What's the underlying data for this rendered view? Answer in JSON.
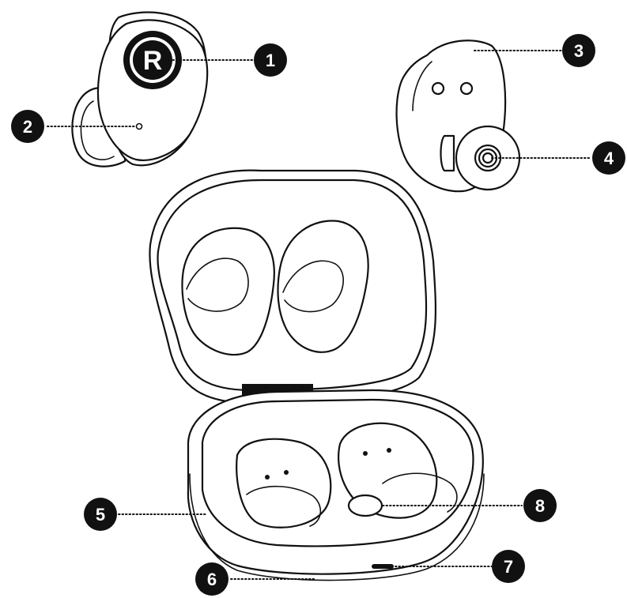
{
  "colors": {
    "ink": "#111111",
    "paper": "#ffffff"
  },
  "callouts": [
    {
      "number": "1",
      "target": "logo-touch-panel"
    },
    {
      "number": "2",
      "target": "microphone-hole"
    },
    {
      "number": "3",
      "target": "right-earbud-body"
    },
    {
      "number": "4",
      "target": "ear-tip"
    },
    {
      "number": "5",
      "target": "charging-case-side"
    },
    {
      "number": "6",
      "target": "charging-case-bottom"
    },
    {
      "number": "7",
      "target": "led-indicator"
    },
    {
      "number": "8",
      "target": "case-button"
    }
  ],
  "logo": {
    "letter": "R"
  }
}
